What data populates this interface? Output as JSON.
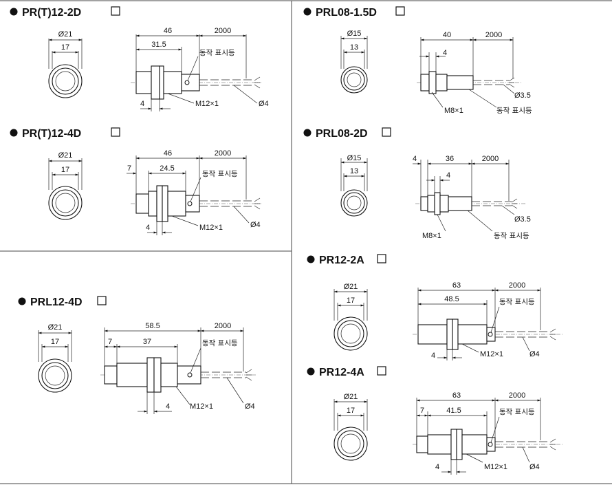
{
  "labels": {
    "indicator": "동작 표시등",
    "thread_m12": "M12×1",
    "thread_m8": "M8×1",
    "cable_d4": "Ø4",
    "cable_d35": "Ø3.5",
    "d21": "Ø21",
    "d15": "Ø15",
    "n17": "17",
    "n13": "13",
    "n4": "4",
    "n7": "7",
    "n2000": "2000"
  },
  "models": [
    {
      "id": "prt12-2d",
      "title": "PR(T)12-2D",
      "thread": "M12×1",
      "cable": "Ø4",
      "front_outer": "Ø21",
      "front_inner": "17",
      "dims": [
        "46",
        "31.5",
        "2000",
        "4"
      ]
    },
    {
      "id": "prl08-15d",
      "title": "PRL08-1.5D",
      "thread": "M8×1",
      "cable": "Ø3.5",
      "front_outer": "Ø15",
      "front_inner": "13",
      "dims": [
        "40",
        "4",
        "2000"
      ]
    },
    {
      "id": "prt12-4d",
      "title": "PR(T)12-4D",
      "thread": "M12×1",
      "cable": "Ø4",
      "front_outer": "Ø21",
      "front_inner": "17",
      "dims": [
        "46",
        "7",
        "24.5",
        "2000",
        "4"
      ]
    },
    {
      "id": "prl08-2d",
      "title": "PRL08-2D",
      "thread": "M8×1",
      "cable": "Ø3.5",
      "front_outer": "Ø15",
      "front_inner": "13",
      "dims": [
        "4",
        "36",
        "2000",
        "4"
      ]
    },
    {
      "id": "pr12-2a",
      "title": "PR12-2A",
      "thread": "M12×1",
      "cable": "Ø4",
      "front_outer": "Ø21",
      "front_inner": "17",
      "dims": [
        "63",
        "48.5",
        "2000",
        "4"
      ]
    },
    {
      "id": "prl12-4d",
      "title": "PRL12-4D",
      "thread": "M12×1",
      "cable": "Ø4",
      "front_outer": "Ø21",
      "front_inner": "17",
      "dims": [
        "58.5",
        "7",
        "37",
        "2000",
        "4"
      ]
    },
    {
      "id": "pr12-4a",
      "title": "PR12-4A",
      "thread": "M12×1",
      "cable": "Ø4",
      "front_outer": "Ø21",
      "front_inner": "17",
      "dims": [
        "63",
        "7",
        "41.5",
        "2000",
        "4"
      ]
    }
  ]
}
